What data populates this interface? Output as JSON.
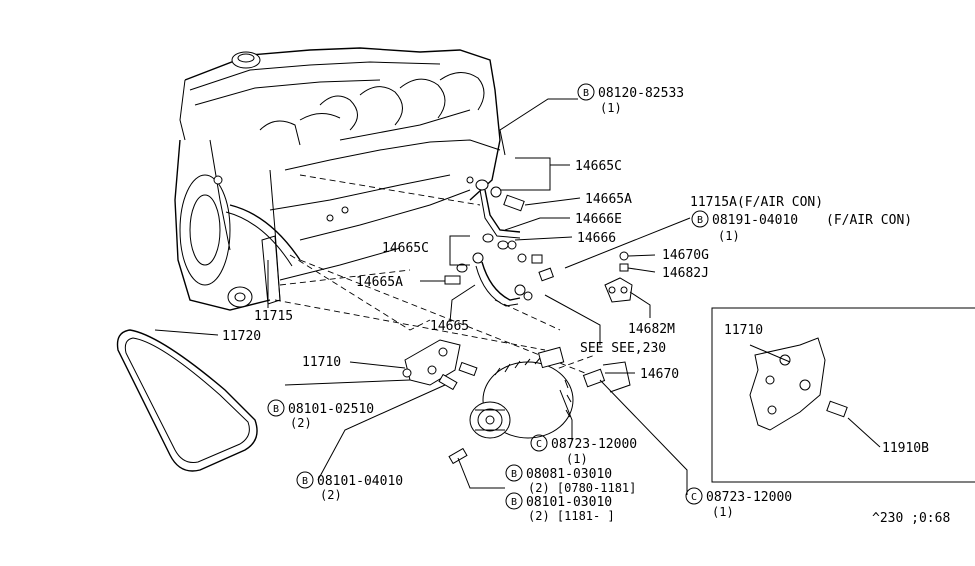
{
  "callouts": {
    "b_08120_82533": {
      "prefix": "B",
      "code": "08120-82533",
      "qty": "(1)"
    },
    "p_14665c_top": "14665C",
    "p_14665a_top": "14665A",
    "p_14666e": "14666E",
    "p_14666": "14666",
    "p_11715a": "11715A(F/AIR CON)",
    "b_08191_04010": {
      "prefix": "B",
      "code": "08191-04010",
      "note": "(F/AIR CON)",
      "qty": "(1)"
    },
    "p_14670g": "14670G",
    "p_14682j": "14682J",
    "p_14665c_mid": "14665C",
    "p_14665a_mid": "14665A",
    "p_14665": "14665",
    "p_14682m": "14682M",
    "p_11715": "11715",
    "p_11720": "11720",
    "see_sec": "SEE SEE,230",
    "p_11710": "11710",
    "p_14670": "14670",
    "b_08101_02510": {
      "prefix": "B",
      "code": "08101-02510",
      "qty": "(2)"
    },
    "c_08723_12000_a": {
      "prefix": "C",
      "code": "08723-12000",
      "qty": "(1)"
    },
    "b_08081_03010": {
      "prefix": "B",
      "code": "08081-03010",
      "qty": "(2) [0780-1181]"
    },
    "b_08101_04010": {
      "prefix": "B",
      "code": "08101-04010",
      "qty": "(2)"
    },
    "b_08101_03010": {
      "prefix": "B",
      "code": "08101-03010",
      "qty": "(2) [1181-     ]"
    },
    "c_08723_12000_b": {
      "prefix": "C",
      "code": "08723-12000",
      "qty": "(1)"
    }
  },
  "inset": {
    "p_11710": "11710",
    "p_11910b": "11910B"
  },
  "diagram_id": "^230 ;0:68"
}
